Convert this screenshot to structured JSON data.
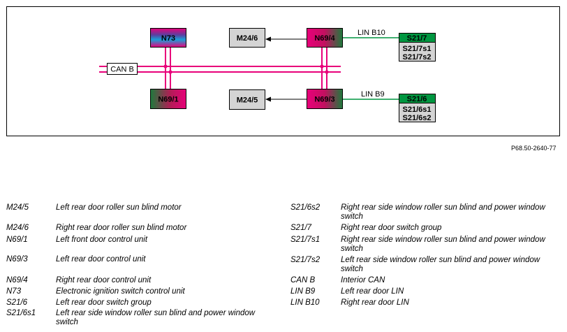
{
  "diagram": {
    "components": {
      "N73": "N73",
      "N69_1": "N69/1",
      "N69_4": "N69/4",
      "N69_3": "N69/3",
      "M24_6": "M24/6",
      "M24_5": "M24/5",
      "S21_7": "S21/7",
      "S21_7s1": "S21/7s1",
      "S21_7s2": "S21/7s2",
      "S21_6": "S21/6",
      "S21_6s1": "S21/6s1",
      "S21_6s2": "S21/6s2"
    },
    "bus_labels": {
      "can_b": "CAN B",
      "lin_b10": "LIN B10",
      "lin_b9": "LIN B9"
    },
    "colors": {
      "can_bus": "#e8007a",
      "lin_bus": "#009640",
      "module_gray": "#d4d4d4"
    }
  },
  "reference": "P68.50-2640-77",
  "legend": {
    "left": [
      {
        "code": "M24/5",
        "desc": "Left rear door roller sun blind motor"
      },
      {
        "code": "M24/6",
        "desc": "Right rear door roller sun blind motor"
      },
      {
        "code": "N69/1",
        "desc": "Left front door control unit"
      },
      {
        "code": "N69/3",
        "desc": "Left rear door control unit"
      },
      {
        "code": "N69/4",
        "desc": "Right rear door control unit"
      },
      {
        "code": "N73",
        "desc": "Electronic ignition switch control unit"
      },
      {
        "code": "S21/6",
        "desc": "Left rear door switch group"
      },
      {
        "code": "S21/6s1",
        "desc": "Left rear side window roller sun blind and power window switch"
      }
    ],
    "right": [
      {
        "code": "S21/6s2",
        "desc": "Right rear side window roller sun blind and power window switch"
      },
      {
        "code": "S21/7",
        "desc": "Right rear door switch group"
      },
      {
        "code": "S21/7s1",
        "desc": "Right rear side window roller sun blind and power window switch"
      },
      {
        "code": "S21/7s2",
        "desc": "Left rear side window roller sun blind and power window switch"
      },
      {
        "code": "CAN B",
        "desc": "Interior CAN"
      },
      {
        "code": "LIN B9",
        "desc": "Left rear door LIN"
      },
      {
        "code": "LIN B10",
        "desc": "Right rear door LIN"
      }
    ]
  }
}
